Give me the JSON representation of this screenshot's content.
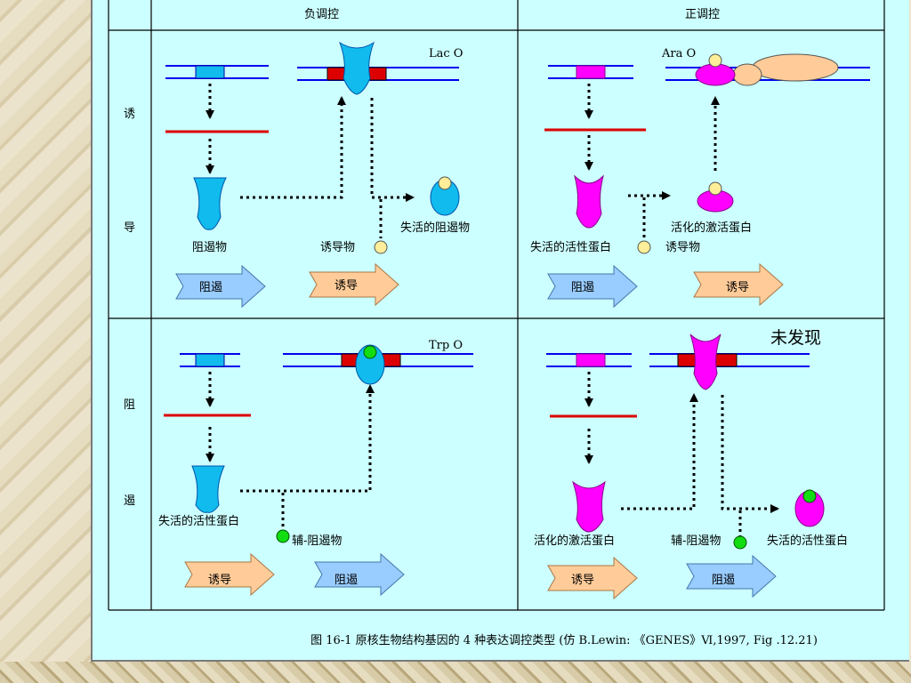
{
  "columns": {
    "negative": "负调控",
    "positive": "正调控"
  },
  "rows": {
    "induction": [
      "诱",
      "导"
    ],
    "repression": [
      "阻",
      "遏"
    ]
  },
  "operators": {
    "lac": "Lac O",
    "ara": "Ara O",
    "trp": "Trp O"
  },
  "labels": {
    "repressor": "阻遏物",
    "inducer_1": "诱导物",
    "inactive_repressor": "失活的阻遏物",
    "inactive_activator_1": "失活的活性蛋白",
    "active_activator_1": "活化的激活蛋白",
    "inducer_2": "诱导物",
    "inactive_activator_2": "失活的活性蛋白",
    "corepressor_1": "辅-阻遏物",
    "active_activator_2": "活化的激活蛋白",
    "corepressor_2": "辅-阻遏物",
    "inactive_activator_3": "失活的活性蛋白",
    "not_found": "未发现"
  },
  "arrows": {
    "repression_1": "阻遏",
    "induction_1": "诱导",
    "repression_2": "阻遏",
    "induction_2": "诱导",
    "induction_3": "诱导",
    "repression_3": "阻遏",
    "induction_4": "诱导",
    "repression_4": "阻遏"
  },
  "colors": {
    "background": "#ccffff",
    "dna": "#0000ee",
    "mrna": "#dd0000",
    "operator": "#dd0000",
    "repressor": "#11bbee",
    "activator": "#ff00ff",
    "inducer": "#ffee99",
    "corepressor": "#11dd11",
    "rna_polymerase": "#ffcc99",
    "arrow_blue": "#99ccff",
    "arrow_orange": "#ffcc99"
  },
  "caption": "图 16-1  原核生物结构基因的 4 种表达调控类型  (仿 B.Lewin: 《GENES》Ⅵ,1997, Fig .12.21)"
}
